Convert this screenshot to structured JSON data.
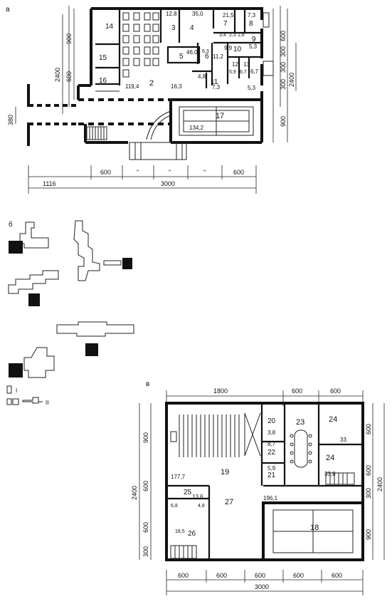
{
  "figure_letters": {
    "a": "а",
    "b": "б",
    "c": "в"
  },
  "plan_a": {
    "rooms": [
      {
        "id": "r14",
        "label": "14"
      },
      {
        "id": "r15",
        "label": "15"
      },
      {
        "id": "r16",
        "label": "16"
      },
      {
        "id": "r3",
        "label": "3"
      },
      {
        "id": "r4",
        "label": "4"
      },
      {
        "id": "r7",
        "label": "7"
      },
      {
        "id": "r8",
        "label": "8"
      },
      {
        "id": "r9",
        "label": "9"
      },
      {
        "id": "r5",
        "label": "5"
      },
      {
        "id": "r6",
        "label": "6"
      },
      {
        "id": "r10",
        "label": "10"
      },
      {
        "id": "r2",
        "label": "2"
      },
      {
        "id": "r11",
        "label": "11"
      },
      {
        "id": "r12",
        "label": "12"
      },
      {
        "id": "r13",
        "label": "13"
      },
      {
        "id": "r17",
        "label": "17"
      }
    ],
    "areas": [
      {
        "id": "a128",
        "label": "12,8"
      },
      {
        "id": "a350",
        "label": "35,0"
      },
      {
        "id": "a215",
        "label": "21,5"
      },
      {
        "id": "a73",
        "label": "7,3"
      },
      {
        "id": "a460",
        "label": "46,0"
      },
      {
        "id": "a63",
        "label": "6,3"
      },
      {
        "id": "a99",
        "label": "9,9"
      },
      {
        "id": "a112",
        "label": "11,2"
      },
      {
        "id": "a53a",
        "label": "5,3"
      },
      {
        "id": "a119",
        "label": "119,4"
      },
      {
        "id": "a163",
        "label": "16,3"
      },
      {
        "id": "a48",
        "label": "4,8"
      },
      {
        "id": "a73b",
        "label": "7,3"
      },
      {
        "id": "a59",
        "label": "5,9"
      },
      {
        "id": "a67a",
        "label": "6,7"
      },
      {
        "id": "a67b",
        "label": "6,7"
      },
      {
        "id": "a53b",
        "label": "5,3"
      },
      {
        "id": "a1342",
        "label": "134,2"
      },
      {
        "id": "a34",
        "label": "3,4"
      },
      {
        "id": "a23",
        "label": "2,3"
      },
      {
        "id": "a16",
        "label": "1,6"
      }
    ],
    "dims_top_h": [
      {
        "id": "h600a",
        "label": "600"
      },
      {
        "id": "h3000",
        "label": "3000"
      },
      {
        "id": "h600b",
        "label": "600"
      },
      {
        "id": "h1116",
        "label": "1116"
      }
    ],
    "dim_ditto": "\"",
    "dims_left_v": [
      {
        "id": "v900",
        "label": "900"
      },
      {
        "id": "v600",
        "label": "600"
      },
      {
        "id": "v2400",
        "label": "2400"
      },
      {
        "id": "v380",
        "label": "380"
      }
    ],
    "dims_right_v": [
      {
        "id": "rv600",
        "label": "600"
      },
      {
        "id": "rv300a",
        "label": "300"
      },
      {
        "id": "rv300b",
        "label": "300"
      },
      {
        "id": "rv300c",
        "label": "300"
      },
      {
        "id": "rv2400",
        "label": "2400"
      },
      {
        "id": "rv900",
        "label": "900"
      }
    ]
  },
  "plan_b": {
    "legend": [
      {
        "id": "l1",
        "label": "I"
      },
      {
        "id": "l2",
        "label": "II"
      }
    ]
  },
  "plan_c": {
    "rooms": [
      {
        "id": "c20",
        "label": "20"
      },
      {
        "id": "c22",
        "label": "22"
      },
      {
        "id": "c21",
        "label": "21"
      },
      {
        "id": "c23",
        "label": "23"
      },
      {
        "id": "c24a",
        "label": "24"
      },
      {
        "id": "c24b",
        "label": "24"
      },
      {
        "id": "c19",
        "label": "19"
      },
      {
        "id": "c25",
        "label": "25"
      },
      {
        "id": "c27",
        "label": "27"
      },
      {
        "id": "c26",
        "label": "26"
      },
      {
        "id": "c18",
        "label": "18"
      }
    ],
    "areas": [
      {
        "id": "ca38",
        "label": "3,8"
      },
      {
        "id": "ca87",
        "label": "8,7"
      },
      {
        "id": "ca59",
        "label": "5,9"
      },
      {
        "id": "ca33",
        "label": "33"
      },
      {
        "id": "ca338",
        "label": "33,8"
      },
      {
        "id": "ca1777",
        "label": "177,7"
      },
      {
        "id": "ca136",
        "label": "13,6"
      },
      {
        "id": "ca1961",
        "label": "196,1"
      },
      {
        "id": "ca68",
        "label": "6,8"
      },
      {
        "id": "ca48",
        "label": "4,8"
      },
      {
        "id": "ca185",
        "label": "18,5"
      }
    ],
    "dims_top": [
      {
        "id": "t1800",
        "label": "1800"
      },
      {
        "id": "t600a",
        "label": "600"
      },
      {
        "id": "t600b",
        "label": "600"
      }
    ],
    "dims_left": [
      {
        "id": "l900",
        "label": "900"
      },
      {
        "id": "l600a",
        "label": "600"
      },
      {
        "id": "l2400",
        "label": "2400"
      },
      {
        "id": "l600b",
        "label": "600"
      },
      {
        "id": "l300",
        "label": "300"
      }
    ],
    "dims_right": [
      {
        "id": "r600a",
        "label": "600"
      },
      {
        "id": "r600b",
        "label": "600"
      },
      {
        "id": "r2400",
        "label": "2400"
      },
      {
        "id": "r300",
        "label": "300"
      },
      {
        "id": "r900",
        "label": "900"
      }
    ],
    "dims_bottom": [
      {
        "id": "b600a",
        "label": "600"
      },
      {
        "id": "b600b",
        "label": "600"
      },
      {
        "id": "b600c",
        "label": "600"
      },
      {
        "id": "b600d",
        "label": "600"
      },
      {
        "id": "b600e",
        "label": "600"
      },
      {
        "id": "b3000",
        "label": "3000"
      }
    ]
  }
}
